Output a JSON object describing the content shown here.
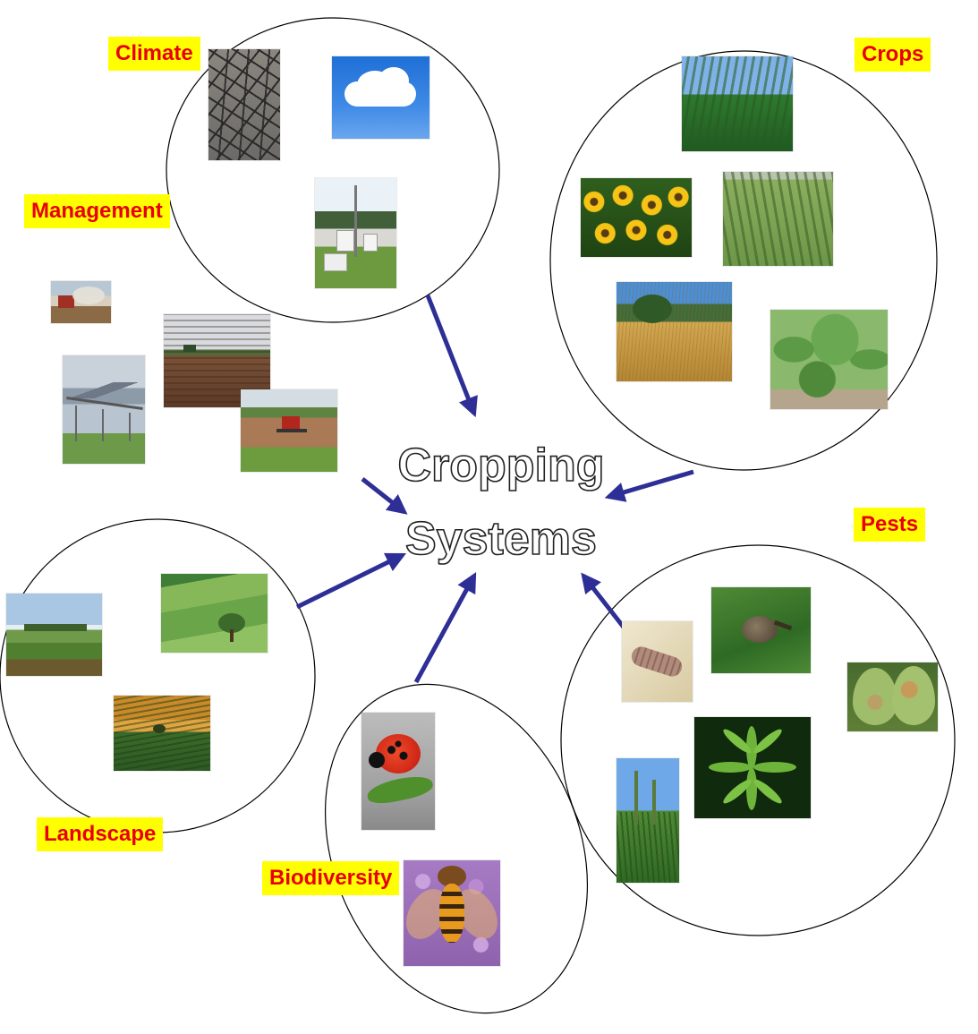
{
  "diagram": {
    "title_line1": "Cropping",
    "title_line2": "Systems",
    "labels": {
      "climate": "Climate",
      "crops": "Crops",
      "management": "Management",
      "pests": "Pests",
      "landscape": "Landscape",
      "biodiversity": "Biodiversity"
    },
    "colors": {
      "label_background": "#ffff00",
      "label_text": "#e8000b",
      "arrow": "#2e2f96",
      "circle_stroke": "#000000"
    }
  }
}
